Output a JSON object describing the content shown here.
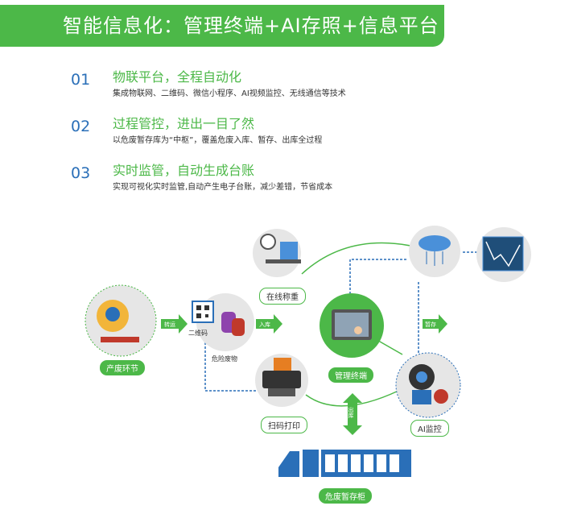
{
  "banner": {
    "title": "智能信息化：管理终端+AI存照+信息平台"
  },
  "points": [
    {
      "num": "01",
      "title": "物联平台，全程自动化",
      "desc": "集成物联网、二维码、微信小程序、AI视频监控、无线通信等技术"
    },
    {
      "num": "02",
      "title": "过程管控，进出一目了然",
      "desc": "以危废暂存库为“中枢”，覆盖危废入库、暂存、出库全过程"
    },
    {
      "num": "03",
      "title": "实时监管，自动生成台账",
      "desc": "实现可视化实时监管,自动产生电子台账，减少差错，节省成本"
    }
  ],
  "diagram": {
    "source": "产废环节",
    "qrcode": "二维码",
    "hazmat": "危险废物",
    "scale": "在线称重",
    "printer": "扫码打印",
    "terminal": "管理终端",
    "ai": "AI监控",
    "storage": "危废暂存柜",
    "arrow_transfer": "转运",
    "arrow_in": "入库",
    "arrow_out": "出库",
    "arrow_store": "暂存"
  },
  "colors": {
    "green": "#4cb848",
    "blue": "#2a6fb8",
    "gray": "#e6e6e6"
  }
}
